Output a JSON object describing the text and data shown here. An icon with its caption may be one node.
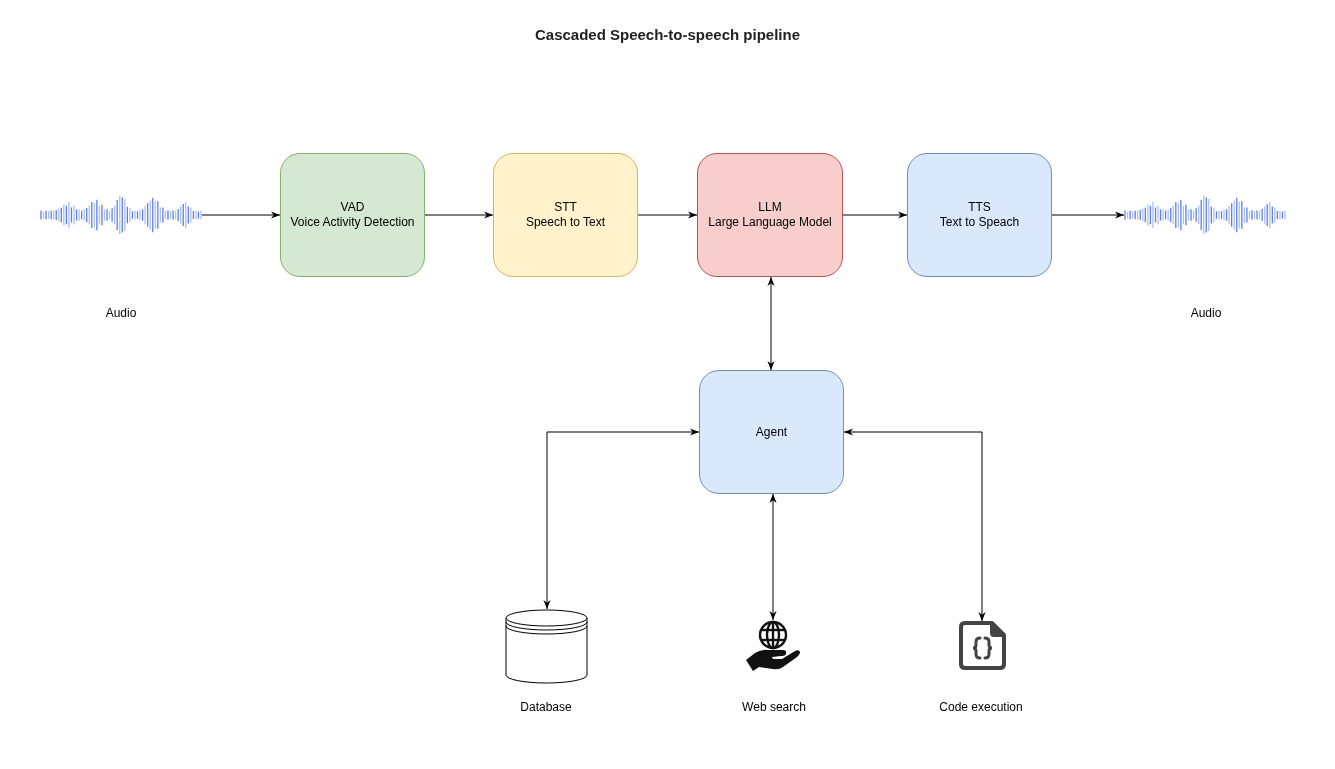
{
  "diagram": {
    "title": "Cascaded Speech-to-speech pipeline",
    "nodes": [
      {
        "text": [],
        "shape": "picture"
      },
      {
        "text": [
          "VAD",
          "Voice Activity Detection"
        ]
      },
      {
        "text": [
          "STT",
          "Speech to Text"
        ]
      },
      {
        "text": [
          "LLM",
          "Large Language Model"
        ]
      },
      {
        "text": [
          "TTS",
          "Text to Speach"
        ]
      },
      {
        "text": [],
        "shape": "picture"
      },
      {
        "text": [
          "Agent"
        ]
      },
      {
        "text": [],
        "shape": "cylinder",
        "beside": [
          "Database"
        ]
      },
      {
        "text": [],
        "shape": "picture",
        "beside": [
          "Web search"
        ]
      },
      {
        "text": [],
        "shape": "picture",
        "beside": [
          "Code execution"
        ]
      }
    ],
    "edges": [
      {
        "from": 0,
        "to": 1,
        "arrow": "to"
      },
      {
        "from": 1,
        "to": 2,
        "arrow": "to"
      },
      {
        "from": 2,
        "to": 3,
        "arrow": "to"
      },
      {
        "from": 3,
        "to": 4,
        "arrow": "to"
      },
      {
        "from": 4,
        "to": 5,
        "arrow": "to"
      },
      {
        "from": 3,
        "to": 6,
        "arrow": "both"
      },
      {
        "from": 6,
        "to": 7,
        "arrow": "both"
      },
      {
        "from": 6,
        "to": 8,
        "arrow": "both"
      },
      {
        "from": 6,
        "to": 9,
        "arrow": "both"
      }
    ],
    "labels": [
      "Audio",
      "Audio"
    ]
  }
}
